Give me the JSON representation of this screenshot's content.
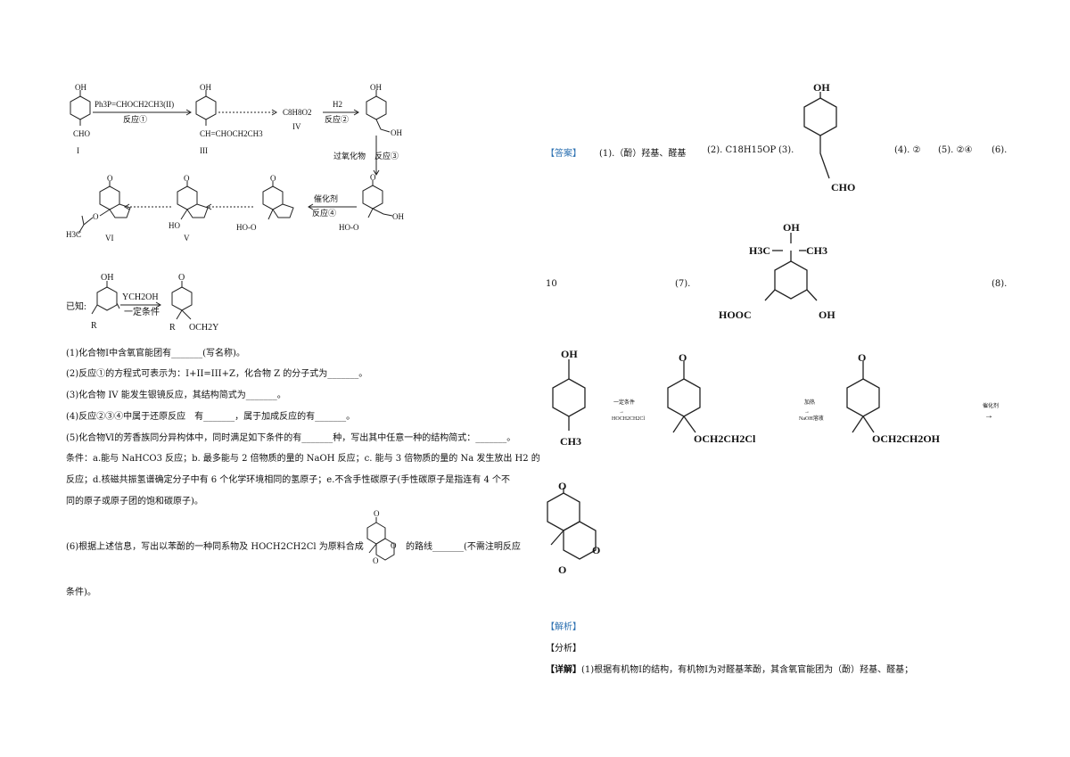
{
  "left": {
    "scheme": {
      "cmpd_I": "I",
      "cmpd_III": "III",
      "cmpd_IV": "IV",
      "cmpd_V": "V",
      "cmpd_VI": "VI",
      "formula_IV": "C8H8O2",
      "reagent1": "Ph3P=CHOCH2CH3(II)",
      "step1": "反应①",
      "reagent2": "H2",
      "step2": "反应②",
      "reagent3": "过氧化物",
      "step3": "反应③",
      "reagent4": "催化剂",
      "step4": "反应④",
      "oh": "OH",
      "cho": "CHO",
      "side_III": "CH=CHOCH2CH3",
      "hooh": "HO-O",
      "ho": "HO",
      "h3c": "H3C",
      "o": "O"
    },
    "known_label": "已知:",
    "known_reagent": "YCH2OH",
    "known_cond": "一定条件",
    "known_R": "R",
    "known_R2": "R",
    "known_side": "OCH2Y",
    "q1": "(1)化合物Ⅰ中含氧官能团有_______(写名称)。",
    "q2": "(2)反应①的方程式可表示为：I+II=III+Z，化合物 Z 的分子式为_______。",
    "q3": "(3)化合物 IV 能发生银镜反应，其结构简式为_______。",
    "q4": "(4)反应②③④中属于还原反应　有_______，属于加成反应的有_______。",
    "q5": "(5)化合物Ⅵ的芳香族同分异构体中，同时满足如下条件的有_______种，写出其中任意一种的结构简式：_______。",
    "q5b": "条件：a.能与 NaHCO3 反应；b. 最多能与 2 倍物质的量的 NaOH 反应；c. 能与 3 倍物质的量的 Na 发生放出 H2 的",
    "q5c": "反应；d.核磁共振氢谱确定分子中有 6 个化学环境相同的氢原子；e.不含手性碳原子(手性碳原子是指连有 4 个不",
    "q5d": "同的原子或原子团的饱和碳原子)。",
    "q6a": "(6)根据上述信息，写出以苯酚的一种同系物及 HOCH2CH2Cl 为原料合成",
    "q6b": "的路线_______(不需注明反应",
    "q6c": "条件)。"
  },
  "right": {
    "answer_tag": "【答案】",
    "a1": "(1).（酚）羟基、醛基",
    "a2": "(2). C18H15OP",
    "a3": "(3).",
    "a4": "(4). ②",
    "a5": "(5). ②④",
    "a6": "(6).",
    "a6_val": "10",
    "a7": "(7).",
    "a8": "(8).",
    "s3_oh": "OH",
    "s3_cho": "CHO",
    "s7_oh": "OH",
    "s7_h3c": "H3C",
    "s7_ch3": "CH3",
    "s7_hooc": "HOOC",
    "s7_oh2": "OH",
    "r_oh": "OH",
    "r_ch3": "CH3",
    "r_o": "O",
    "r_side1": "OCH2CH2Cl",
    "r_side2": "OCH2CH2OH",
    "cond1a": "一定条件",
    "cond1b": "HOCH2CH2Cl",
    "cond2a": "加热",
    "cond2b": "NaOH溶液",
    "cond3": "催化剂",
    "jiexi": "【解析】",
    "fenxi": "【分析】",
    "xiangjie_tag": "【详解】",
    "xiangjie": "(1)根据有机物Ⅰ的结构，有机物Ⅰ为对醛基苯酚，其含氧官能团为（酚）羟基、醛基；"
  }
}
